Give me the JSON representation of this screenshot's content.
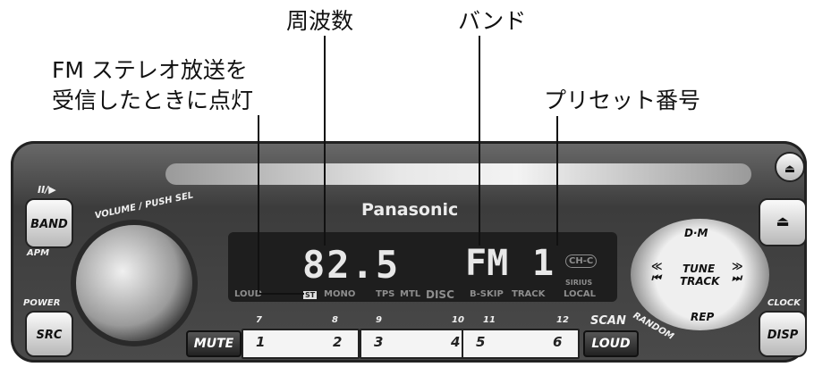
{
  "annotations": {
    "frequency": "周波数",
    "band": "バンド",
    "stereo_line1": "FM ステレオ放送を",
    "stereo_line2": "受信したときに点灯",
    "preset_number": "プリセット番号"
  },
  "radio": {
    "brand": "Panasonic",
    "knob_label": "VOLUME / PUSH SEL",
    "display": {
      "frequency": "82.5",
      "band": "FM",
      "preset": "1",
      "ch_badge": "CH-C",
      "indicators": [
        "LOUD",
        "ST",
        "MONO",
        "TPS",
        "MTL",
        "DISC",
        "B-SKIP",
        "TRACK",
        "SIRIUS",
        "LOCAL"
      ]
    },
    "left_buttons": {
      "play_pause": "II/▶",
      "band": "BAND",
      "apm": "APM",
      "power": "POWER",
      "src": "SRC"
    },
    "right_buttons": {
      "eject": "⏏",
      "open": "⏏",
      "clock": "CLOCK",
      "disp": "DISP"
    },
    "pad": {
      "top": "D·M",
      "center1": "TUNE",
      "center2": "TRACK",
      "bottom": "REP",
      "left": "≪\n⏮",
      "right": "≫\n⏭",
      "random": "RANDOM"
    },
    "bottom_row": {
      "mute": "MUTE",
      "loud": "LOUD",
      "scan": "SCAN",
      "upper_numbers": [
        "7",
        "8",
        "9",
        "10",
        "11",
        "12"
      ],
      "presets": [
        "1",
        "2",
        "3",
        "4",
        "5",
        "6"
      ]
    }
  }
}
